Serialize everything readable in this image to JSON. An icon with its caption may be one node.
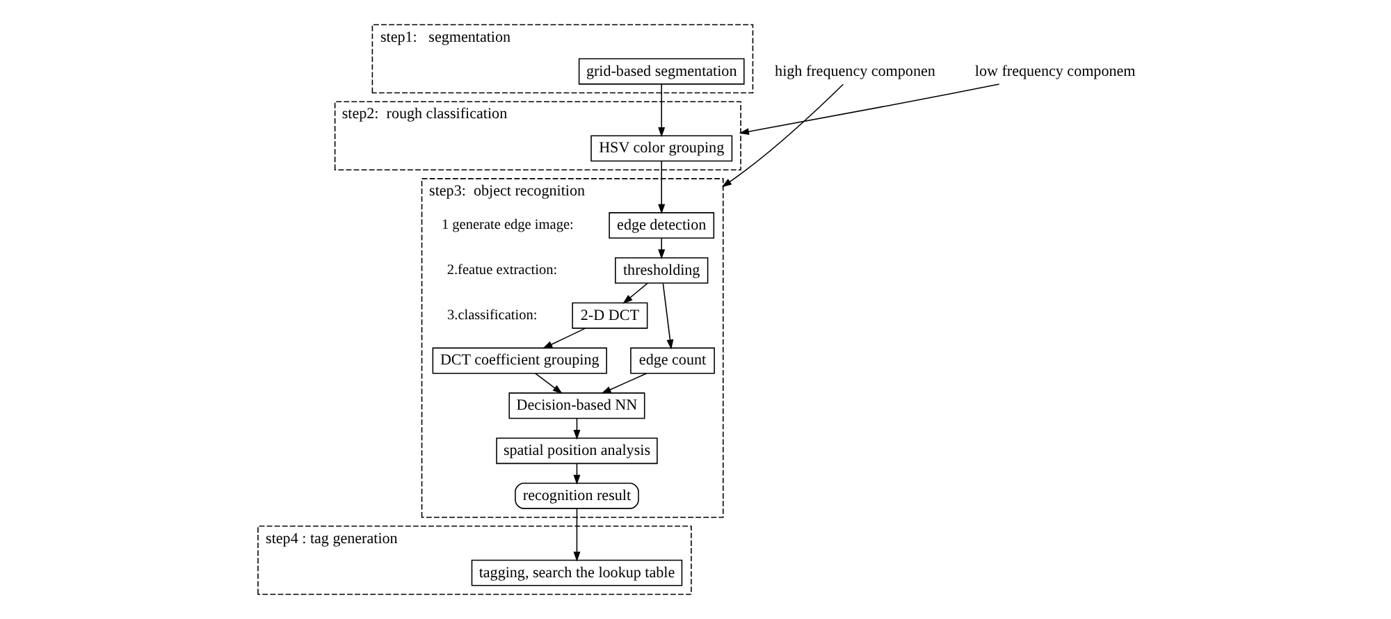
{
  "diagram": {
    "nodes": [
      {
        "text": [
          "step1:   segmentation"
        ]
      },
      {
        "text": [
          "grid-based segmentation"
        ],
        "in": 0
      },
      {
        "text": [
          "step2:  rough classification"
        ]
      },
      {
        "text": [
          "HSV color grouping"
        ],
        "in": 2
      },
      {
        "text": [
          "step3:  object recognition"
        ]
      },
      {
        "text": [
          "edge detection"
        ],
        "in": 4
      },
      {
        "text": [
          "thresholding"
        ],
        "in": 4
      },
      {
        "text": [
          "2-D DCT"
        ],
        "in": 4
      },
      {
        "text": [
          "DCT coefficient grouping"
        ],
        "in": 4
      },
      {
        "text": [
          "edge count"
        ],
        "in": 4
      },
      {
        "text": [
          "Decision-based NN"
        ],
        "in": 4
      },
      {
        "text": [
          "spatial position analysis"
        ],
        "in": 4
      },
      {
        "text": [
          "recognition result"
        ],
        "in": 4
      },
      {
        "text": [
          "step4 : tag generation"
        ]
      },
      {
        "text": [
          "tagging, search the lookup table"
        ],
        "in": 13
      },
      {
        "text": [
          "low frequency componem"
        ]
      },
      {
        "text": [
          "high frequency componen"
        ]
      }
    ],
    "edges": [
      {
        "from": 1,
        "to": 3,
        "arrow": "to"
      },
      {
        "from": 3,
        "to": 5,
        "arrow": "to"
      },
      {
        "from": 5,
        "to": 6,
        "arrow": "to"
      },
      {
        "from": 6,
        "to": 7,
        "arrow": "to"
      },
      {
        "from": 6,
        "to": 9,
        "arrow": "to"
      },
      {
        "from": 7,
        "to": 8,
        "arrow": "to"
      },
      {
        "from": 8,
        "to": 10,
        "arrow": "to"
      },
      {
        "from": 9,
        "to": 10,
        "arrow": "to"
      },
      {
        "from": 10,
        "to": 11,
        "arrow": "to"
      },
      {
        "from": 11,
        "to": 12,
        "arrow": "to"
      },
      {
        "from": 12,
        "to": 14,
        "arrow": "to"
      },
      {
        "from": 15,
        "to": 2,
        "arrow": "to"
      },
      {
        "from": 16,
        "to": 4,
        "arrow": "to"
      }
    ],
    "labels": [
      "1 generate edge image:",
      "2.featue extraction:",
      "3.classification:"
    ]
  }
}
